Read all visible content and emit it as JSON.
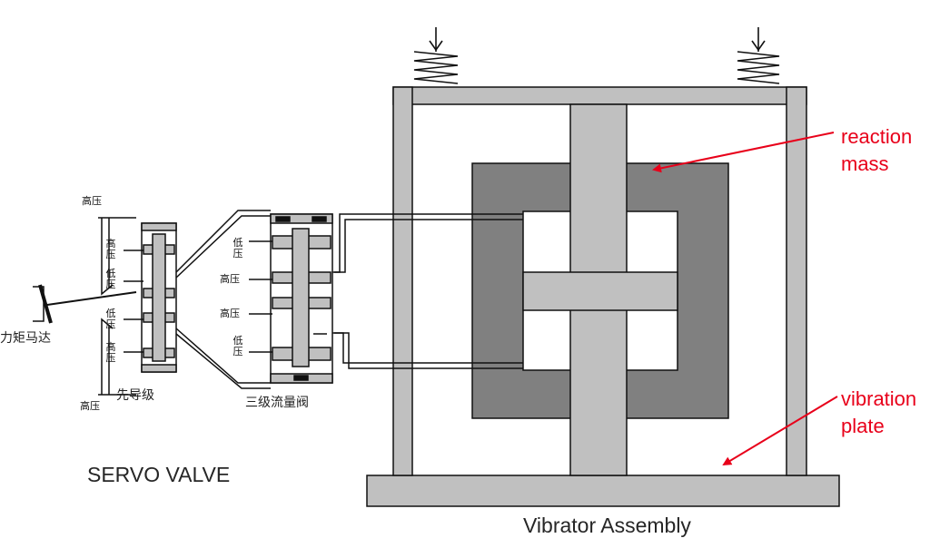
{
  "servo_valve": {
    "caption": "SERVO VALVE",
    "torque_motor": "力矩马达",
    "pilot_stage": "先导级",
    "third_stage_valve": "三级流量阀",
    "high_pressure": "高压",
    "low_pressure": "低压"
  },
  "vibrator": {
    "caption": "Vibrator Assembly",
    "reaction_mass": "reaction\nmass",
    "vibration_plate": "vibration\nplate"
  },
  "colors": {
    "steel": "#c0c0c0",
    "reaction_mass": "#808080",
    "annotation": "#e8001a",
    "outline": "#111111"
  }
}
